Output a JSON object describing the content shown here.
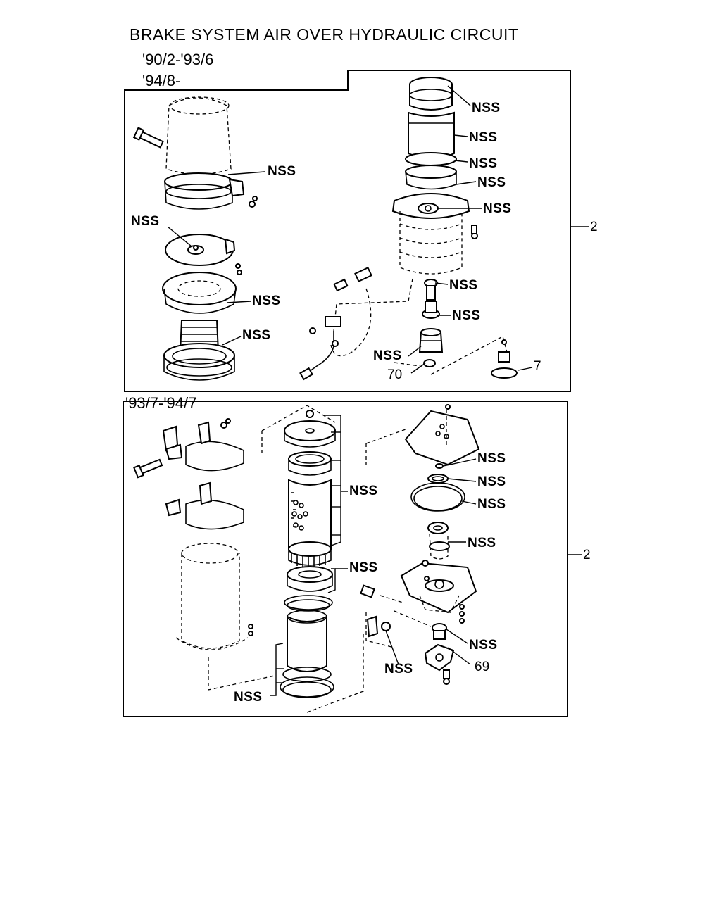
{
  "title": "BRAKE SYSTEM AIR OVER HYDRAULIC CIRCUIT",
  "upper_section": {
    "ranges": [
      "'90/2-'93/6",
      "'94/8-"
    ],
    "ref_number": "2",
    "callouts": {
      "left_1": "NSS",
      "left_2": "NSS",
      "left_3": "NSS",
      "left_4": "NSS",
      "right_1": "NSS",
      "right_2": "NSS",
      "right_3": "NSS",
      "right_4": "NSS",
      "right_5": "NSS",
      "right_6": "NSS",
      "right_7": "NSS",
      "right_8": "NSS",
      "part_70": "70",
      "part_7": "7"
    }
  },
  "lower_section": {
    "range": "'93/7-'94/7",
    "ref_number": "2",
    "callouts": {
      "center_1": "NSS",
      "center_2": "NSS",
      "center_3": "NSS",
      "right_1": "NSS",
      "right_2": "NSS",
      "right_3": "NSS",
      "right_4": "NSS",
      "right_5": "NSS",
      "right_6": "NSS",
      "part_69": "69"
    }
  }
}
